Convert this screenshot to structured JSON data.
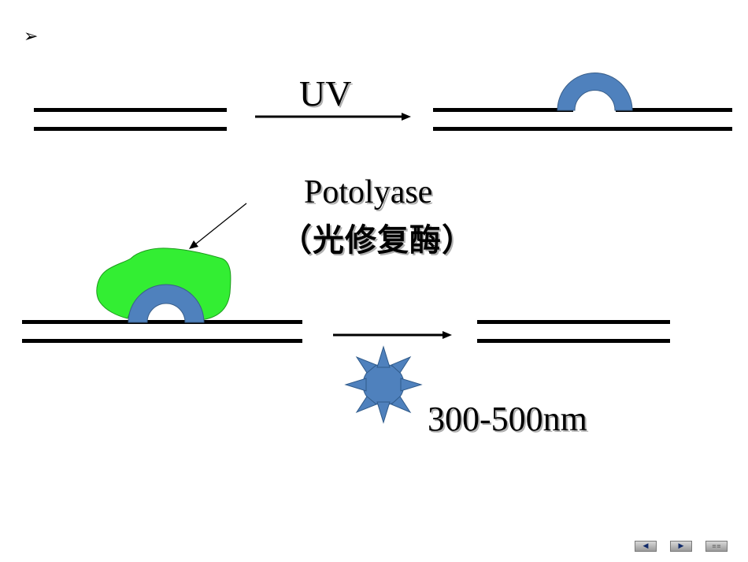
{
  "slide": {
    "bullet": "➢",
    "uv_label": "UV",
    "enzyme_name": "Potolyase",
    "enzyme_chinese": "（光修复酶）",
    "wavelength": "300-500nm"
  },
  "colors": {
    "dimer": "#4f81bd",
    "enzyme": "#33ee33",
    "dna": "#000000",
    "sun": "#4f81bd"
  },
  "nav": {
    "prev_icon": "◀",
    "next_icon": "▶",
    "menu_icon": "≡≡"
  }
}
